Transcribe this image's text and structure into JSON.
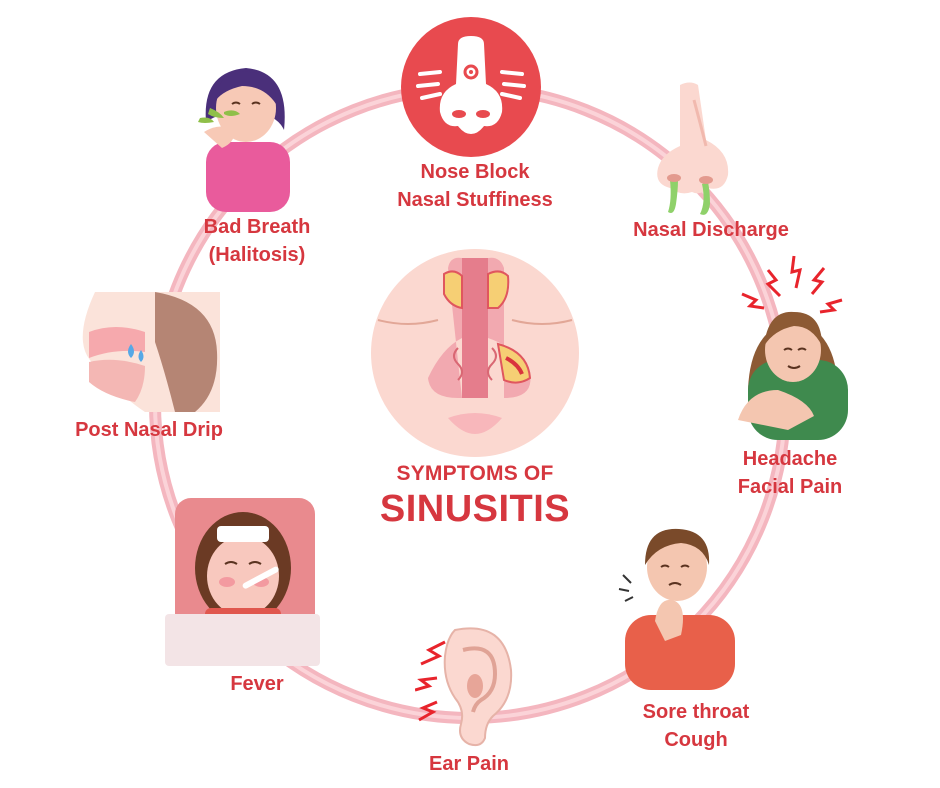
{
  "center": {
    "subtitle": "SYMPTOMS OF",
    "title": "SINUSITIS"
  },
  "symptoms": [
    {
      "id": "nose-block",
      "line1": "Nose Block",
      "line2": "Nasal Stuffiness",
      "icon": "blocked-nose-icon"
    },
    {
      "id": "nasal-discharge",
      "line1": "Nasal Discharge",
      "line2": "",
      "icon": "runny-nose-icon"
    },
    {
      "id": "headache",
      "line1": "Headache",
      "line2": "Facial Pain",
      "icon": "woman-headache-icon"
    },
    {
      "id": "sore-throat",
      "line1": "Sore throat",
      "line2": "Cough",
      "icon": "man-sore-throat-icon"
    },
    {
      "id": "ear-pain",
      "line1": "Ear Pain",
      "line2": "",
      "icon": "ear-pain-icon"
    },
    {
      "id": "fever",
      "line1": "Fever",
      "line2": "",
      "icon": "girl-fever-icon"
    },
    {
      "id": "post-nasal-drip",
      "line1": "Post Nasal Drip",
      "line2": "",
      "icon": "throat-drip-icon"
    },
    {
      "id": "bad-breath",
      "line1": "Bad Breath",
      "line2": "(Halitosis)",
      "icon": "woman-bad-breath-icon"
    }
  ],
  "colors": {
    "accent": "#d6373f",
    "ring": "#f4b6bf",
    "face": "#fbd8d0",
    "nose_badge": "#e84a4f"
  }
}
